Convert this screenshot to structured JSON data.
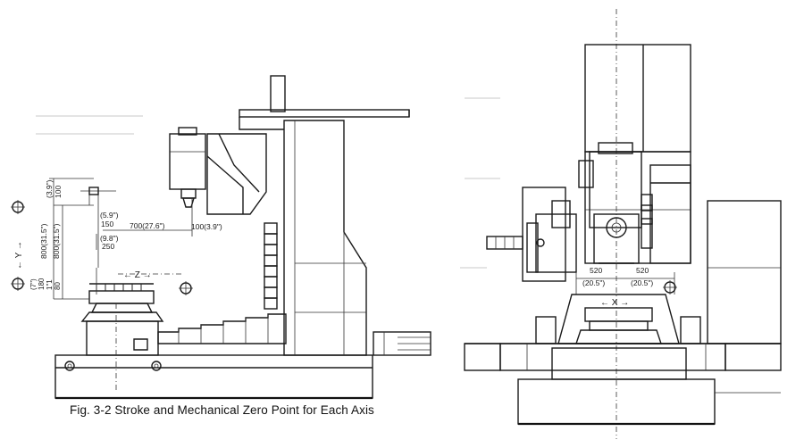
{
  "caption": "Fig. 3-2 Stroke and Mechanical Zero Point for Each Axis",
  "side_view": {
    "dims": {
      "y_top_in": "(3.9\")",
      "y_top_mm": "100",
      "y_150_in": "(5.9\")",
      "y_150_mm": "150",
      "y_250_in": "(9.8\")",
      "y_250_mm": "250",
      "x_stroke": "700(27.6\")",
      "x_100": "100(3.9\")",
      "y_stroke_a": "800(31.5\")",
      "y_stroke_b": "800(31.5\")",
      "y_low_in": "(7\")",
      "y_low_mm_a": "180",
      "y_low_mm_b": "1\"1",
      "y_low_mm_c": "80"
    },
    "axis_y_label": "← Y →",
    "axis_z_label": "← Z →"
  },
  "front_view": {
    "dims": {
      "left_mm": "520",
      "right_mm": "520",
      "left_in": "(20.5\")",
      "right_in": "(20.5\")"
    },
    "axis_x_label": "← X →"
  }
}
